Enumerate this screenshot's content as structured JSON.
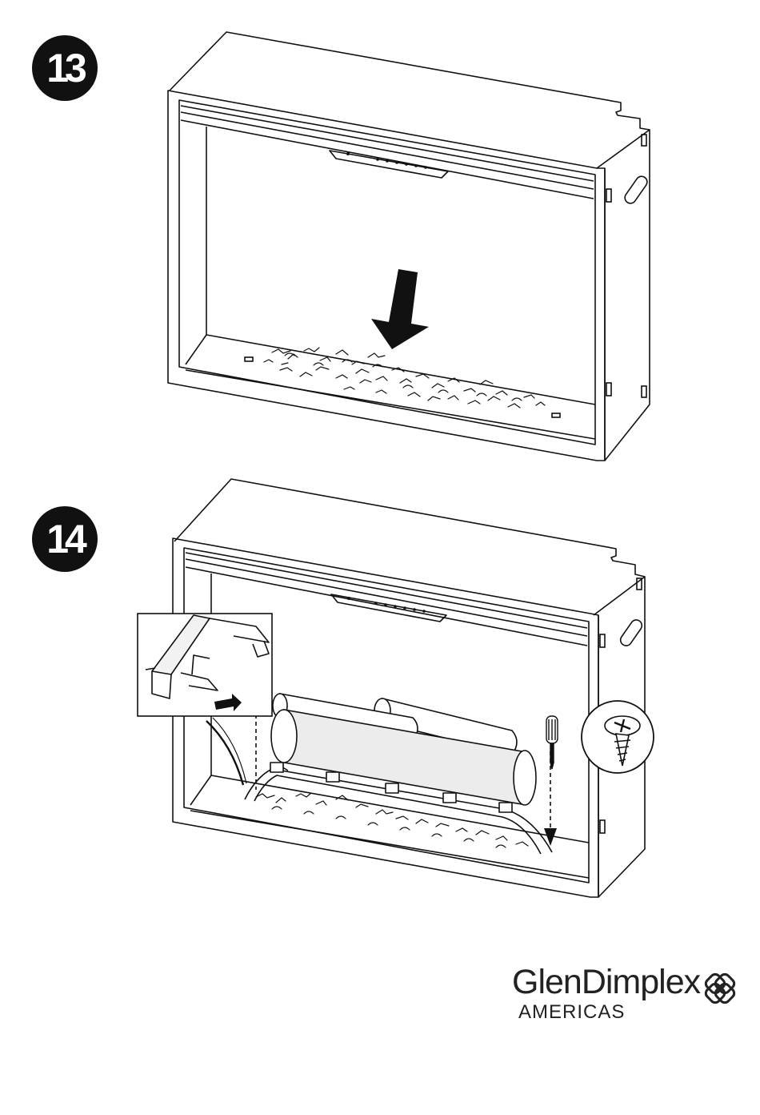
{
  "steps": [
    {
      "number": "13"
    },
    {
      "number": "14"
    }
  ],
  "brand": {
    "name": "GlenDimplex",
    "region": "AMERICAS"
  },
  "colors": {
    "ink": "#111111",
    "paper": "#ffffff",
    "shade": "#e0e0e0"
  },
  "icons": [
    "down-arrow-icon",
    "insert-arrow-icon",
    "screwdriver-icon",
    "screw-icon",
    "celtic-knot-logo"
  ]
}
